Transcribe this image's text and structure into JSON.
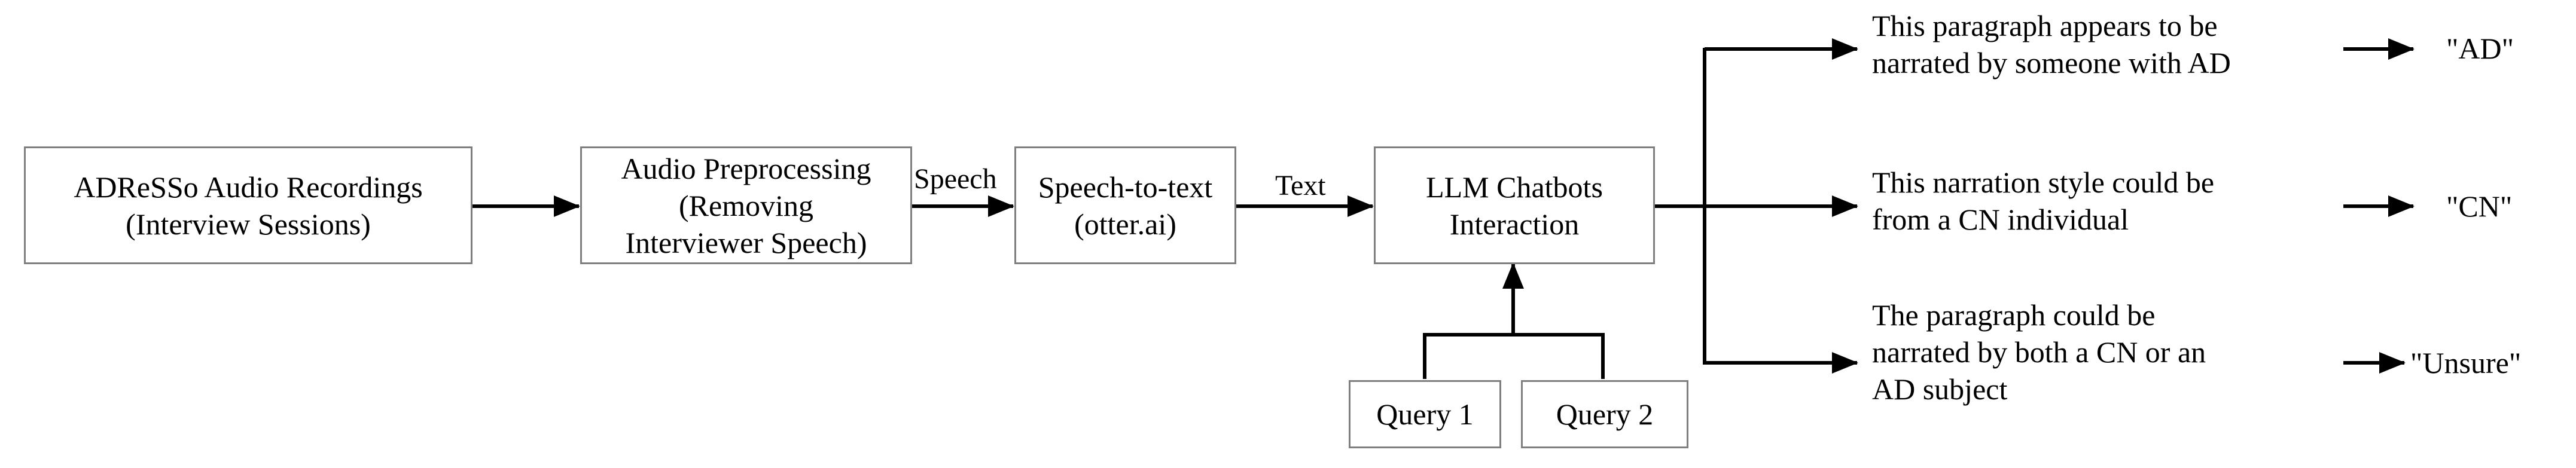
{
  "nodes": {
    "audio_recordings": {
      "line1": "ADReSSo Audio Recordings",
      "line2": "(Interview Sessions)"
    },
    "audio_preprocessing": {
      "line1": "Audio Preprocessing",
      "line2": "(Removing",
      "line3": "Interviewer Speech)"
    },
    "speech_to_text": {
      "line1": "Speech-to-text",
      "line2": "(otter.ai)"
    },
    "llm_interaction": {
      "line1": "LLM Chatbots",
      "line2": "Interaction"
    },
    "query1": {
      "label": "Query 1"
    },
    "query2": {
      "label": "Query 2"
    }
  },
  "edge_labels": {
    "speech": "Speech",
    "text": "Text"
  },
  "responses": [
    {
      "line1": "This paragraph appears to be",
      "line2": "narrated by someone with AD",
      "label": "\"AD\""
    },
    {
      "line1": "This narration style could be",
      "line2": "from a CN individual",
      "label": "\"CN\""
    },
    {
      "line1": "The paragraph could be",
      "line2": "narrated by both a CN or an",
      "line3": "AD subject",
      "label": "\"Unsure\""
    }
  ],
  "colors": {
    "box_border": "#7f7f7f",
    "arrow": "#000000",
    "text": "#000000"
  }
}
